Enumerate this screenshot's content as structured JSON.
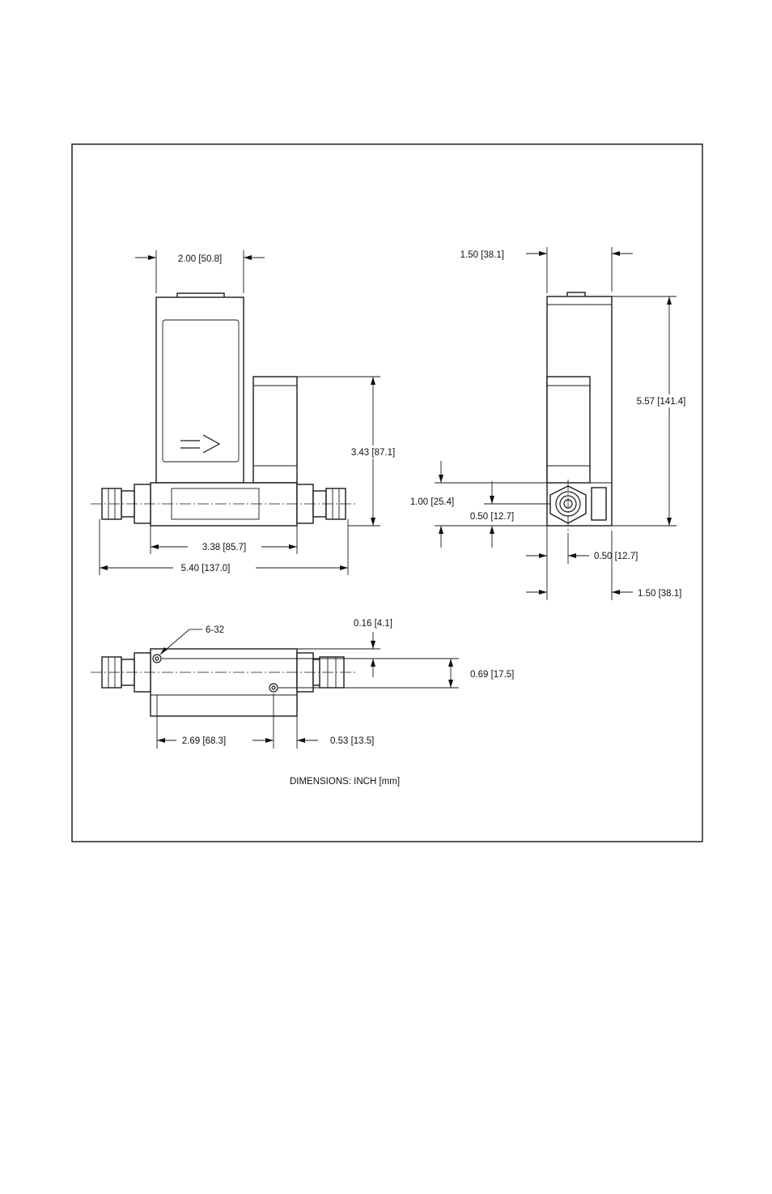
{
  "labels": {
    "front_width": "2.00 [50.8]",
    "front_upper_height": "3.43 [87.1]",
    "front_body_length": "3.38 [85.7]",
    "front_overall_length": "5.40 [137.0]",
    "side_width": "1.50 [38.1]",
    "side_height": "5.57 [141.4]",
    "side_port_height": "1.00 [25.4]",
    "side_port_center": "0.50 [12.7]",
    "side_port_offset": "0.50 [12.7]",
    "side_depth": "1.50 [38.1]",
    "bottom_thread": "6-32",
    "bottom_hole_offset": "0.16 [4.1]",
    "bottom_hole_spacing_y": "0.69 [17.5]",
    "bottom_hole_spacing_x": "2.69 [68.3]",
    "bottom_end_offset": "0.53 [13.5]",
    "units_note": "DIMENSIONS: INCH [mm]"
  }
}
